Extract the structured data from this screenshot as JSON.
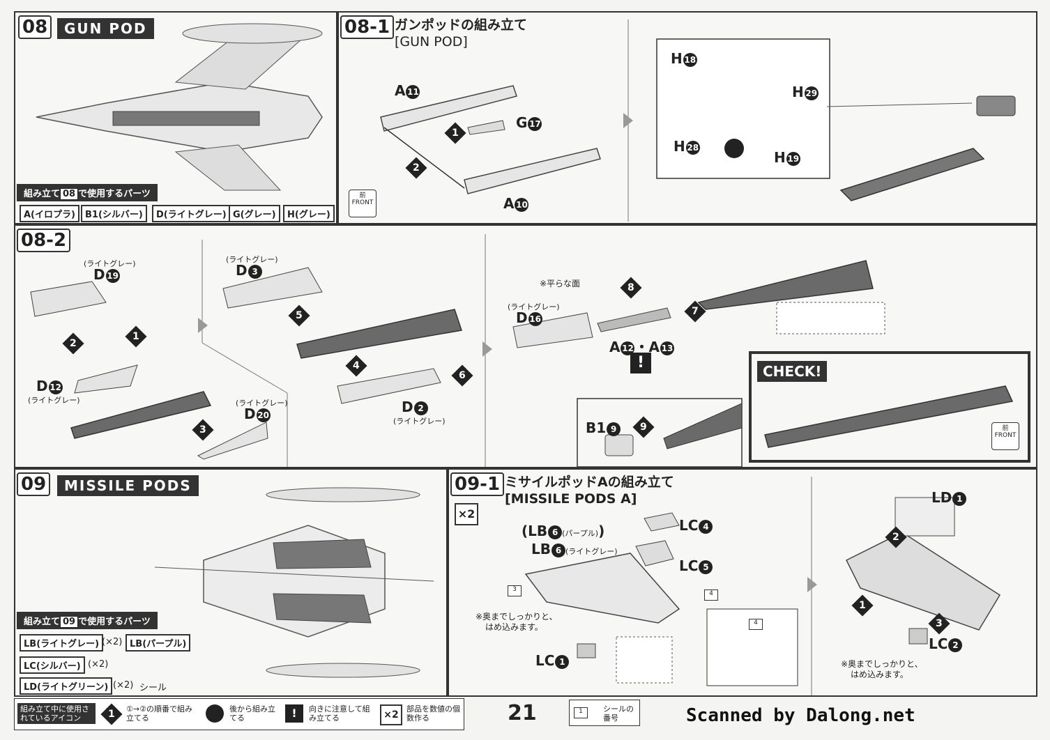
{
  "s08": {
    "num": "08",
    "title": "GUN POD",
    "parts_heading_pre": "組み立て",
    "parts_heading_num": "08",
    "parts_heading_post": "で使用するパーツ",
    "parts": [
      "A(イロプラ)",
      "B1(シルバー)",
      "D(ライトグレー)",
      "G(グレー)",
      "H(グレー)"
    ]
  },
  "s08_1": {
    "num": "08-1",
    "title_jp": "ガンポッドの組み立て",
    "title_en": "[GUN POD]",
    "labels": {
      "a11": "A",
      "a11n": "11",
      "g17": "G",
      "g17n": "17",
      "a10": "A",
      "a10n": "10",
      "h18": "H",
      "h18n": "18",
      "h29": "H",
      "h29n": "29",
      "h28": "H",
      "h28n": "28",
      "h19": "H",
      "h19n": "19"
    },
    "front_jp": "前",
    "front_en": "FRONT"
  },
  "s08_2": {
    "num": "08-2",
    "lightgray": "(ライトグレー)",
    "labels": {
      "d19": "D",
      "d19n": "19",
      "d12": "D",
      "d12n": "12",
      "d3": "D",
      "d3n": "3",
      "d20": "D",
      "d20n": "20",
      "d2": "D",
      "d2n": "2",
      "d16": "D",
      "d16n": "16",
      "a12": "A",
      "a12n": "12",
      "dot": "・",
      "a13": "A",
      "a13n": "13",
      "b19": "B1",
      "b19n": "9"
    },
    "flat_note": "※平らな面",
    "check": "CHECK!",
    "exclaim": "!"
  },
  "s09": {
    "num": "09",
    "title": "MISSILE PODS",
    "parts_heading_pre": "組み立て",
    "parts_heading_num": "09",
    "parts_heading_post": "で使用するパーツ",
    "parts": [
      {
        "name": "LB(ライトグレー)",
        "mult": "(×2)"
      },
      {
        "name": "LB(パープル)",
        "mult": ""
      },
      {
        "name": "LC(シルバー)",
        "mult": "(×2)"
      },
      {
        "name": "LD(ライトグリーン)",
        "mult": "(×2)"
      }
    ],
    "seal": "シール"
  },
  "s09_1": {
    "num": "09-1",
    "title_jp": "ミサイルポッドAの組み立て",
    "title_en": "[MISSILE PODS A]",
    "x2": "×2",
    "lb6_purple": "(LB",
    "lb6_purple_n": "6",
    "lb6_purple_sub": "(パープル)",
    "lb6_purple_close": ")",
    "lb6_gray": "LB",
    "lb6_gray_n": "6",
    "lb6_gray_sub": "(ライトグレー)",
    "lc4": "LC",
    "lc4n": "4",
    "lc5": "LC",
    "lc5n": "5",
    "lc1": "LC",
    "lc1n": "1",
    "ld1": "LD",
    "ld1n": "1",
    "lc2": "LC",
    "lc2n": "2",
    "note1": "※奥までしっかりと、",
    "note2": "はめ込みます。",
    "sticker3": "3",
    "sticker4": "4"
  },
  "footer": {
    "icons_label": "組み立て中に使用されているアイコン",
    "icon1": "①→②の順番で組み立てる",
    "icon2": "後から組み立てる",
    "icon3": "向きに注意して組み立てる",
    "icon4": "部品を数値の個数作る",
    "page": "21",
    "seal_label": "シールの番号",
    "credit": "Scanned by Dalong.net"
  }
}
